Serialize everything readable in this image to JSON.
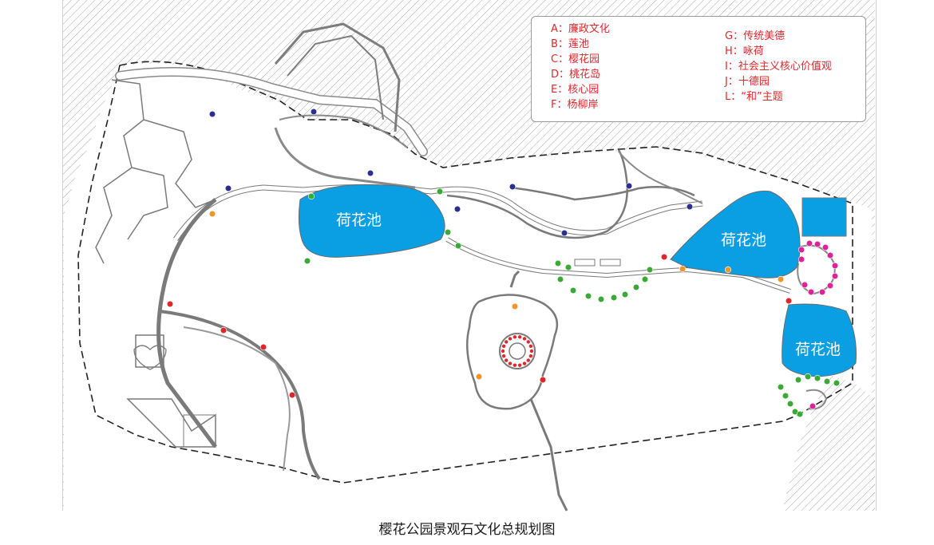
{
  "legend": {
    "items": [
      "A：廉政文化",
      "B：莲池",
      "C：樱花园",
      "D：桃花岛",
      "E：核心园",
      "F：杨柳岸",
      "G：传统美德",
      "H：咏荷",
      "I：社会主义核心价值观",
      "J：十德园",
      "L：“和”主题"
    ]
  },
  "ponds": [
    "荷花池",
    "荷花池",
    "荷花池"
  ],
  "caption": "樱花公园景观石文化总规划图",
  "colors": {
    "pond": "#0a9fe2",
    "legend_text": "#e0262b",
    "marker_navy": "#2b2f8f",
    "marker_green": "#3aa935",
    "marker_orange": "#f0952a",
    "marker_red": "#e0262b",
    "marker_magenta": "#e0229a"
  },
  "icons": [
    "hatch-pattern",
    "circle-marker"
  ]
}
